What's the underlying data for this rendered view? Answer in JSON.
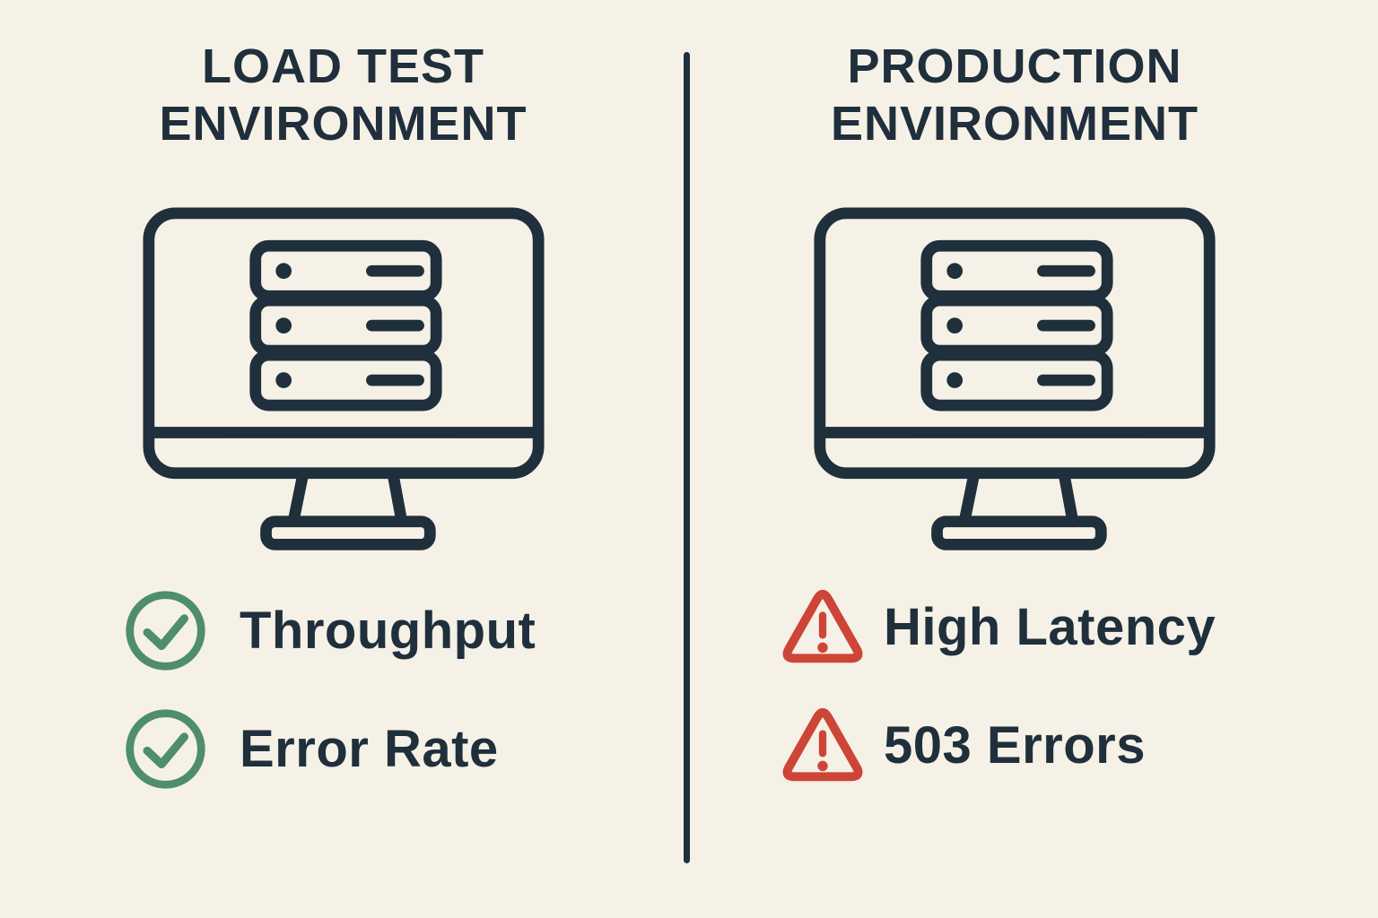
{
  "colors": {
    "background": "#f5f1e6",
    "ink": "#202f3c",
    "green": "#4f8e6a",
    "red": "#cc4537"
  },
  "left": {
    "title_line1": "LOAD TEST",
    "title_line2": "ENVIRONMENT",
    "monitor_icon": "monitor-with-server-stack",
    "items": [
      {
        "icon": "check-circle-icon",
        "label": "Throughput"
      },
      {
        "icon": "check-circle-icon",
        "label": "Error Rate"
      }
    ]
  },
  "right": {
    "title_line1": "PRODUCTION",
    "title_line2": "ENVIRONMENT",
    "monitor_icon": "monitor-with-server-stack",
    "items": [
      {
        "icon": "warning-triangle-icon",
        "label": "High Latency"
      },
      {
        "icon": "warning-triangle-icon",
        "label": "503 Errors"
      }
    ]
  }
}
